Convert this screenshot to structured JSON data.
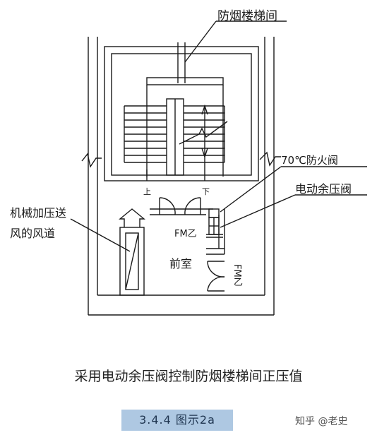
{
  "labels": {
    "stair_room": "防烟楼梯间",
    "fire_damper": "70℃防火阀",
    "relief_valve": "电动余压阀",
    "duct_line1": "机械加压送",
    "duct_line2": "风的风道",
    "up": "上",
    "down": "下",
    "door_label_1": "FM乙",
    "anteroom": "前室",
    "door_label_2": "FM乙"
  },
  "caption": "采用电动余压阀控制防烟楼梯间正压值",
  "figure_number": "3.4.4  图示2a",
  "watermark": "知乎 @老史",
  "colors": {
    "line": "#1a1a1a",
    "figure_badge": "#aec8e2",
    "figure_text": "#1f3550"
  }
}
